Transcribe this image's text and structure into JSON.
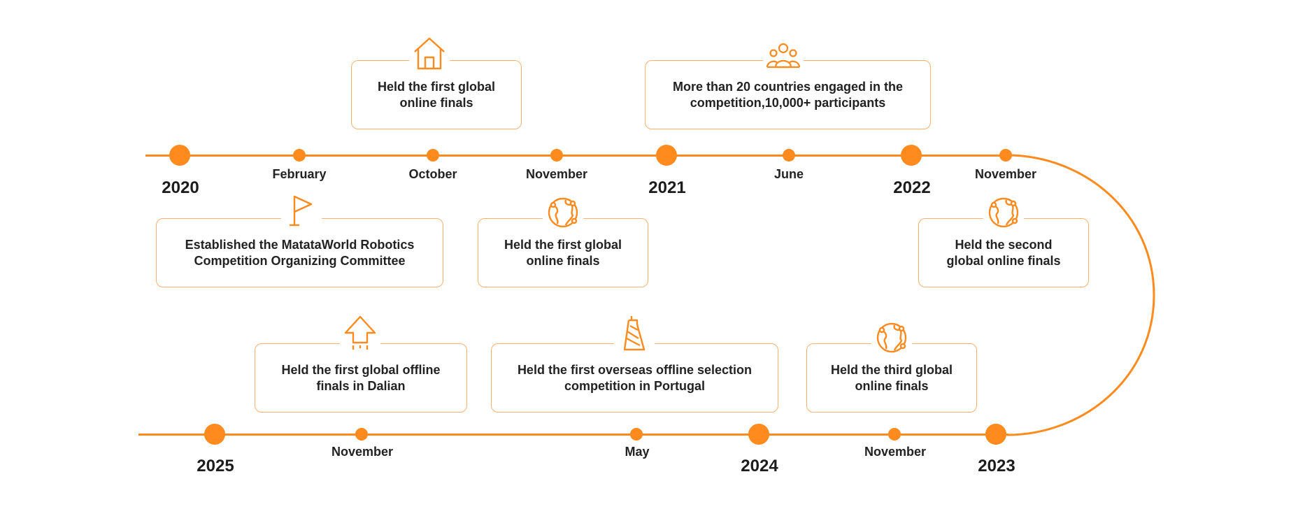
{
  "timeline": {
    "accent_color": "#ff8a1e",
    "top_row": {
      "years": [
        {
          "label": "2020"
        },
        {
          "label": "2021"
        },
        {
          "label": "2022"
        }
      ],
      "months": [
        {
          "label": "February"
        },
        {
          "label": "October"
        },
        {
          "label": "November"
        },
        {
          "label": "June"
        },
        {
          "label": "November"
        }
      ]
    },
    "bottom_row": {
      "years": [
        {
          "label": "2025"
        },
        {
          "label": "2024"
        },
        {
          "label": "2023"
        }
      ],
      "months": [
        {
          "label": "November"
        },
        {
          "label": "May"
        },
        {
          "label": "November"
        }
      ]
    },
    "events": [
      {
        "text": "Held the first global\nonline finals",
        "icon": "house-icon"
      },
      {
        "text": "More than 20 countries engaged in the\ncompetition,10,000+ participants",
        "icon": "people-icon"
      },
      {
        "text": "Established the MatataWorld Robotics\nCompetition Organizing Committee",
        "icon": "flag-icon"
      },
      {
        "text": "Held the first global\nonline finals",
        "icon": "globe-icon"
      },
      {
        "text": "Held the second\nglobal online finals",
        "icon": "globe-icon"
      },
      {
        "text": "Held the first global offline\nfinals in Dalian",
        "icon": "arrow-up-icon"
      },
      {
        "text": "Held the first overseas offline selection\ncompetition in Portugal",
        "icon": "tower-icon"
      },
      {
        "text": "Held the third global\nonline finals",
        "icon": "globe-icon"
      }
    ]
  }
}
